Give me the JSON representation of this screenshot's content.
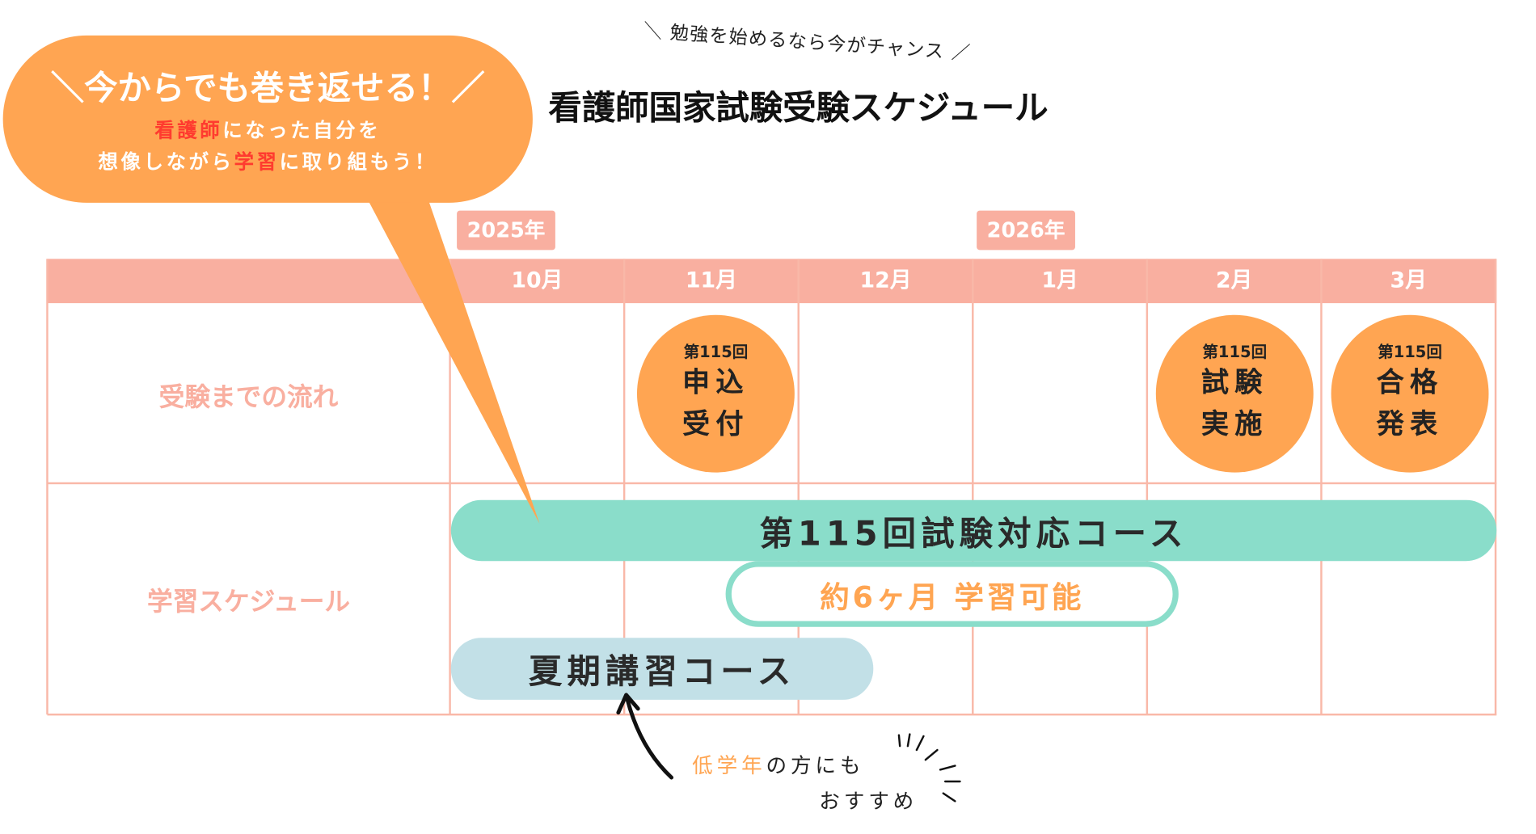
{
  "header": {
    "subtitle": "＼ 勉強を始めるなら今がチャンス ／",
    "title": "看護師国家試験受験スケジュール"
  },
  "bubble": {
    "headline": "＼今からでも巻き返せる！／",
    "line1_highlight": "看護師",
    "line1_rest": "になった自分を",
    "line2_pre": "想像しながら",
    "line2_highlight": "学習",
    "line2_rest": "に取り組もう！"
  },
  "years": [
    "2025年",
    "2026年"
  ],
  "months": [
    "10月",
    "11月",
    "12月",
    "1月",
    "2月",
    "3月"
  ],
  "rows": {
    "flow_label": "受験までの流れ",
    "study_label": "学習スケジュール"
  },
  "events": [
    {
      "edition": "第115回",
      "line1": "申込",
      "line2": "受付",
      "month": "11月"
    },
    {
      "edition": "第115回",
      "line1": "試験",
      "line2": "実施",
      "month": "2月"
    },
    {
      "edition": "第115回",
      "line1": "合格",
      "line2": "発表",
      "month": "3月"
    }
  ],
  "courses": {
    "main": "第115回試験対応コース",
    "duration": "約6ヶ月 学習可能",
    "summer": "夏期講習コース"
  },
  "note": {
    "highlight": "低学年",
    "rest": "の方にも",
    "line2": "おすすめ"
  },
  "colors": {
    "orange": "#FFA552",
    "salmon": "#F9AFA0",
    "mint": "#8ADDCA",
    "lightblue": "#C2E0E7",
    "red": "#FF3B2F"
  }
}
